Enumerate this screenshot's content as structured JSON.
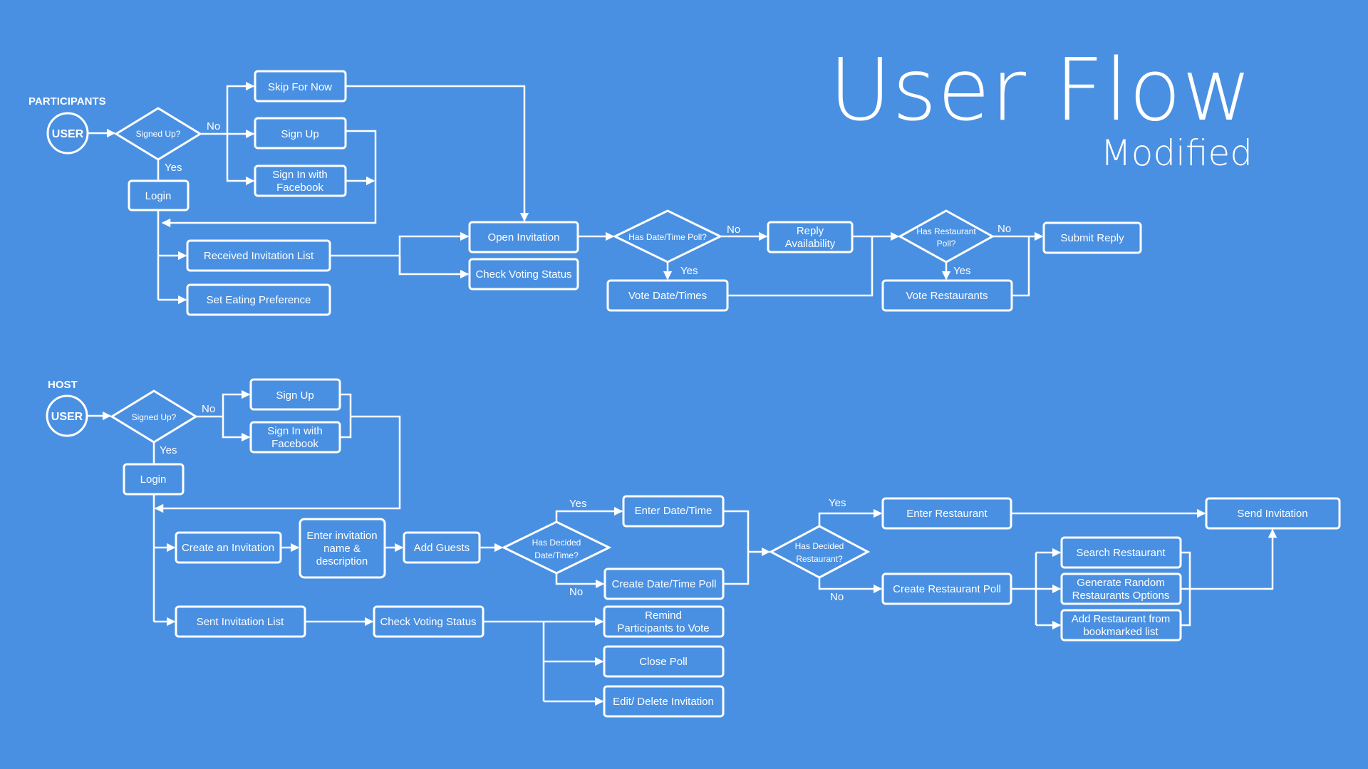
{
  "title": "User Flow",
  "subtitle": "Modified",
  "participants": {
    "section_label": "PARTICIPANTS",
    "user": "USER",
    "signed_up": "Signed Up?",
    "no": "No",
    "yes": "Yes",
    "skip": "Skip For Now",
    "sign_up": "Sign Up",
    "sign_in_fb": [
      "Sign In with",
      "Facebook"
    ],
    "login": "Login",
    "open_invitation": "Open Invitation",
    "check_voting_status": "Check Voting Status",
    "received_invitation_list": "Received Invitation List",
    "set_eating_preference": "Set Eating Preference",
    "has_datetime_poll": "Has Date/Time Poll?",
    "dt_no": "No",
    "dt_yes": "Yes",
    "vote_datetimes": "Vote Date/Times",
    "reply_availability": [
      "Reply",
      "Availability"
    ],
    "has_restaurant_poll": [
      "Has Restaurant",
      "Poll?"
    ],
    "rp_no": "No",
    "rp_yes": "Yes",
    "vote_restaurants": "Vote Restaurants",
    "submit_reply": "Submit Reply"
  },
  "host": {
    "section_label": "HOST",
    "user": "USER",
    "signed_up": "Signed Up?",
    "no": "No",
    "yes": "Yes",
    "sign_up": "Sign Up",
    "sign_in_fb": [
      "Sign In with",
      "Facebook"
    ],
    "login": "Login",
    "create_invitation": "Create an Invitation",
    "enter_invitation": [
      "Enter invitation",
      "name &",
      "description"
    ],
    "add_guests": "Add Guests",
    "has_decided_datetime": [
      "Has Decided",
      "Date/Time?"
    ],
    "dt_yes": "Yes",
    "dt_no": "No",
    "enter_datetime": "Enter Date/Time",
    "create_datetime_poll": "Create Date/Time Poll",
    "has_decided_restaurant": [
      "Has Decided",
      "Restaurant?"
    ],
    "r_yes": "Yes",
    "r_no": "No",
    "enter_restaurant": "Enter Restaurant",
    "create_restaurant_poll": "Create Restaurant Poll",
    "search_restaurant": "Search Restaurant",
    "generate_random": [
      "Generate Random",
      "Restaurants Options"
    ],
    "add_from_bookmarked": [
      "Add Restaurant from",
      "bookmarked list"
    ],
    "send_invitation": "Send Invitation",
    "sent_invitation_list": "Sent Invitation List",
    "check_voting_status": "Check Voting Status",
    "remind_participants": [
      "Remind",
      "Participants to Vote"
    ],
    "close_poll": "Close Poll",
    "edit_delete": "Edit/ Delete Invitation"
  }
}
